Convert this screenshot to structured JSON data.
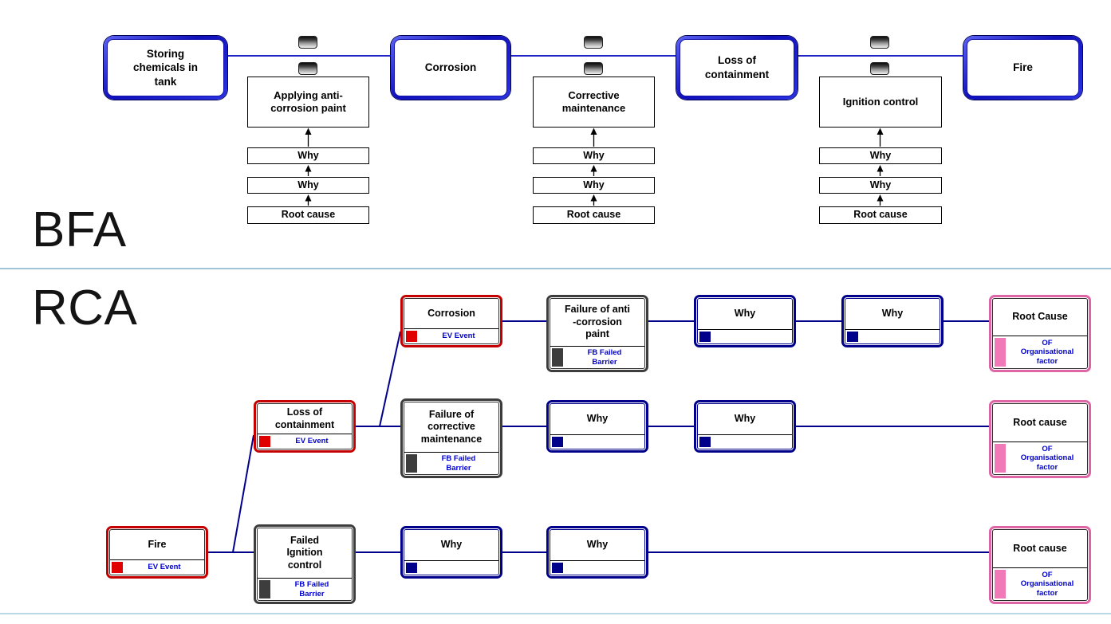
{
  "sections": {
    "bfa": "BFA",
    "rca": "RCA"
  },
  "bfa": {
    "events": [
      {
        "label": "Storing\nchemicals in\ntank"
      },
      {
        "label": "Corrosion"
      },
      {
        "label": "Loss of\ncontainment"
      },
      {
        "label": "Fire"
      }
    ],
    "chains": [
      {
        "barrier": "Applying anti-\ncorrosion paint",
        "why1": "Why",
        "why2": "Why",
        "root": "Root cause"
      },
      {
        "barrier": "Corrective\nmaintenance",
        "why1": "Why",
        "why2": "Why",
        "root": "Root cause"
      },
      {
        "barrier": "Ignition control",
        "why1": "Why",
        "why2": "Why",
        "root": "Root cause"
      }
    ]
  },
  "rca": {
    "why_label": "Why",
    "events": {
      "corrosion": {
        "title": "Corrosion",
        "type": "EV Event"
      },
      "loss_of_containment": {
        "title": "Loss of\ncontainment",
        "type": "EV Event"
      },
      "fire": {
        "title": "Fire",
        "type": "EV Event"
      }
    },
    "failed_barriers": {
      "anti_corrosion_paint": {
        "title": "Failure of anti\n-corrosion\npaint",
        "type": "FB Failed\nBarrier"
      },
      "corrective_maintenance": {
        "title": "Failure of\ncorrective\nmaintenance",
        "type": "FB Failed\nBarrier"
      },
      "ignition_control": {
        "title": "Failed\nIgnition\ncontrol",
        "type": "FB Failed\nBarrier"
      }
    },
    "root_causes": {
      "row1": {
        "title": "Root Cause",
        "type": "OF\nOrganisational\nfactor"
      },
      "row2": {
        "title": "Root cause",
        "type": "OF\nOrganisational\nfactor"
      },
      "row3": {
        "title": "Root cause",
        "type": "OF\nOrganisational\nfactor"
      }
    }
  },
  "colors": {
    "bfa_event_border": "#1c1ccd",
    "bfa_chain_line": "#2121c8",
    "rca_connector": "#00008b",
    "event_border": "#c40000",
    "event_swatch": "#e00000",
    "failed_barrier_border": "#3d3d3d",
    "why_border": "#00008b",
    "root_border": "#df66a6",
    "root_swatch": "#f07ab8",
    "type_text": "#0000cd"
  }
}
